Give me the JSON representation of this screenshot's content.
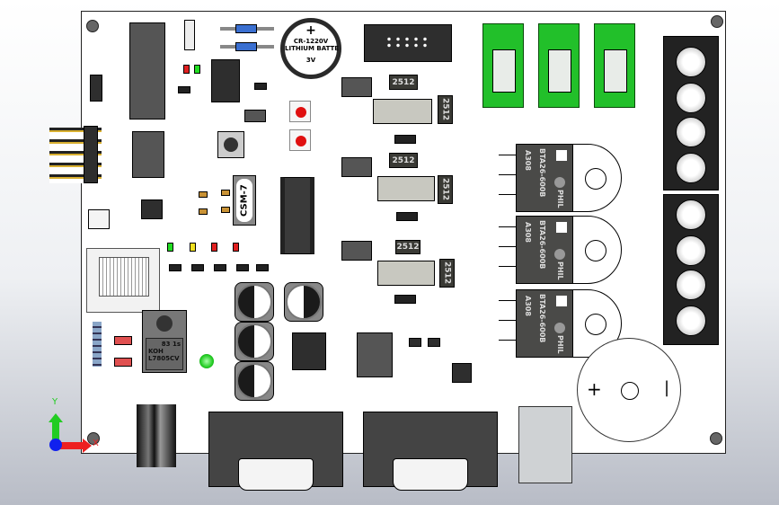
{
  "battery": {
    "plus": "+",
    "model": "CR-1220V",
    "type": "LITHIUM BATTE",
    "voltage": "3V"
  },
  "resistors_2512": [
    "2512",
    "2512",
    "2512",
    "2512",
    "2512",
    "2512"
  ],
  "crystal": {
    "label": "CSM-7"
  },
  "triacs": [
    {
      "part": "BTA26-600B",
      "code": "A308",
      "brand": "PHIL"
    },
    {
      "part": "BTA26-600B",
      "code": "A308",
      "brand": "PHIL"
    },
    {
      "part": "BTA26-600B",
      "code": "A308",
      "brand": "PHIL"
    }
  ],
  "regulator": {
    "code": "83 1s",
    "brand": "KOH",
    "part": "L7805CV"
  },
  "buzzer": {
    "plus": "+",
    "minus": "|"
  },
  "triad": {
    "x": "X",
    "y": "Y"
  },
  "colors": {
    "board": "#ffffff",
    "relay_green": "#22c02a",
    "led_green": "#22dd22",
    "led_red": "#e02020",
    "led_yellow": "#f0e020",
    "axis_x": "#ee2020",
    "axis_y": "#22cc22",
    "axis_z": "#1020ee"
  }
}
